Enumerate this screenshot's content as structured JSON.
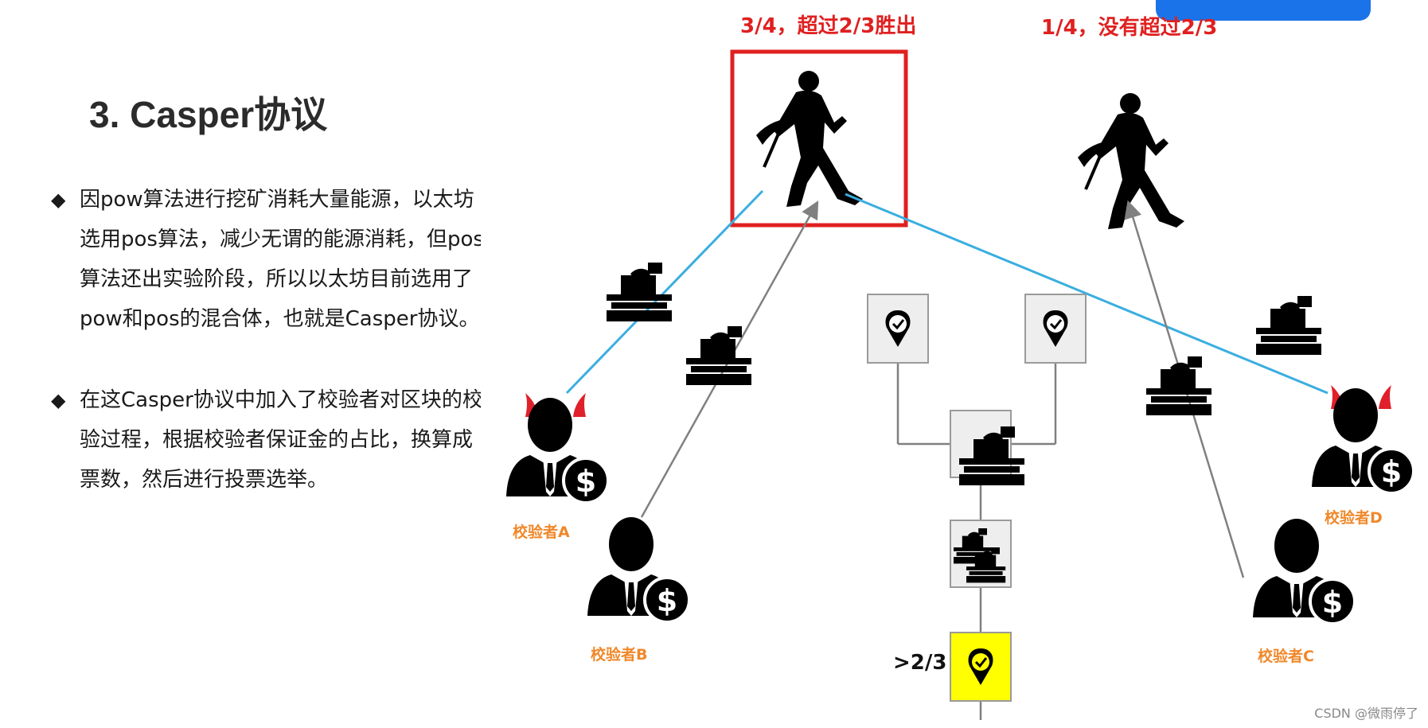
{
  "slide": {
    "title": "3. Casper协议",
    "bullets": [
      {
        "text": "因pow算法进行挖矿消耗大量能源，以太坊选用pos算法，减少无谓的能源消耗，但pos算法还出实验阶段，所以以太坊目前选用了pow和pos的混合体，也就是Casper协议。"
      },
      {
        "text": "在这Casper协议中加入了校验者对区块的校验过程，根据校验者保证金的占比，换算成票数，然后进行投票选举。"
      }
    ]
  },
  "diagram": {
    "headline_win": "3/4，超过2/3胜出",
    "headline_lose": "1/4，没有超过2/3",
    "validators": {
      "a": "校验者A",
      "b": "校验者B",
      "c": "校验者C",
      "d": "校验者D"
    },
    "threshold_label": ">2/3",
    "colors": {
      "red": "#e02020",
      "blue_line": "#3aaee0",
      "gray_line": "#808080",
      "orange_label": "#f0882a",
      "yellow_box": "#ffff00"
    },
    "icons": [
      "miner-icon",
      "ballot-box-icon",
      "validator-icon",
      "devil-horns-icon",
      "dollar-icon",
      "checkpoint-icon"
    ]
  },
  "watermark": "CSDN @微雨停了"
}
